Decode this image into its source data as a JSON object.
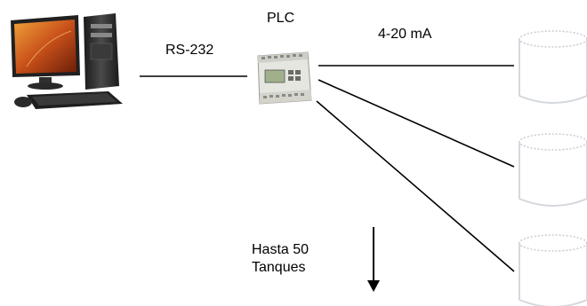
{
  "diagram": {
    "plc_label": "PLC",
    "rs232_label": "RS-232",
    "signal_label": "4-20 mA",
    "tanks_note_line1": "Hasta 50",
    "tanks_note_line2": "Tanques",
    "colors": {
      "line": "#000000",
      "tank_fill": "#ffffff",
      "tank_outline": "#c8ccd2",
      "monitor_screen": "#c8501a",
      "tower": "#2a2a2a",
      "plc_body": "#e6e6e0"
    },
    "tanks_shown": 3
  }
}
